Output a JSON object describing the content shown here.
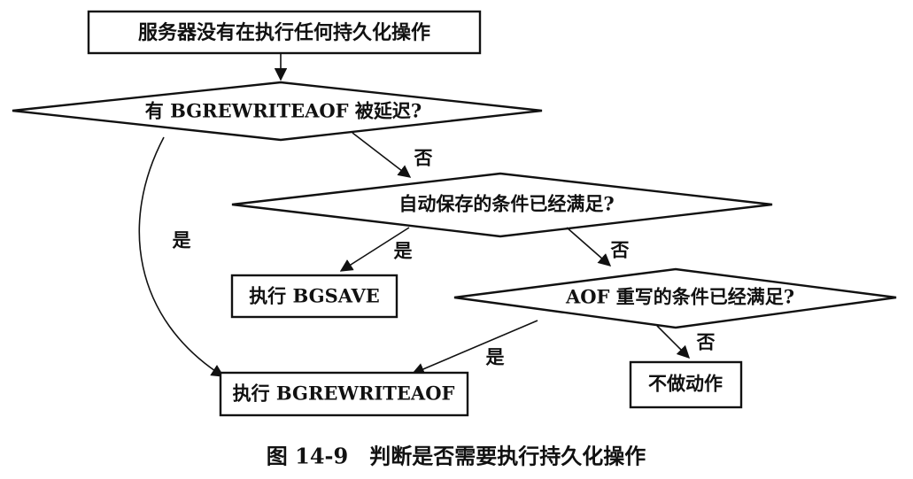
{
  "nodes": {
    "start": "服务器没有在执行任何持久化操作",
    "q_delayed": "有 BGREWRITEAOF 被延迟?",
    "q_autosave": "自动保存的条件已经满足?",
    "do_bgsave": "执行 BGSAVE",
    "q_aof_rewrite": "AOF 重写的条件已经满足?",
    "do_bgrewriteaof": "执行 BGREWRITEAOF",
    "do_nothing": "不做动作"
  },
  "edge_labels": {
    "delayed_no": "否",
    "delayed_yes": "是",
    "autosave_yes": "是",
    "autosave_no": "否",
    "aof_yes": "是",
    "aof_no": "否"
  },
  "caption": "图 14-9　判断是否需要执行持久化操作"
}
